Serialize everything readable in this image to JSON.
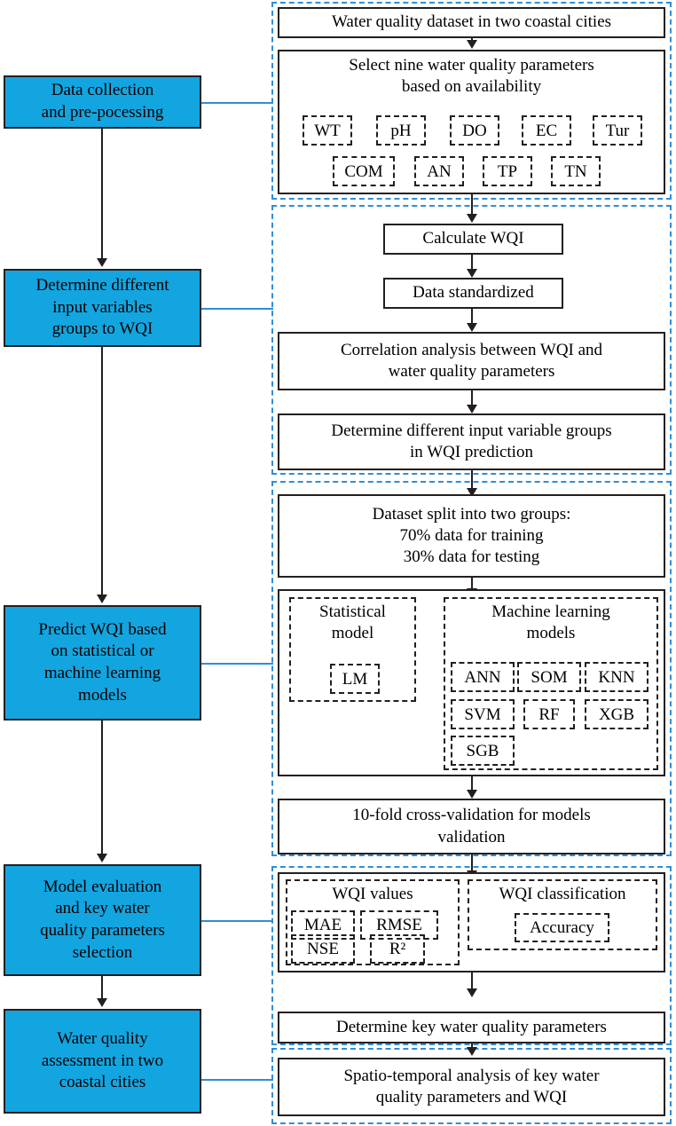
{
  "colors": {
    "stage_fill": "#13A5E0",
    "group_border": "#2f8ed6",
    "box_border": "#231f20"
  },
  "stages": [
    {
      "id": "data-collection",
      "label": "Data collection\nand pre-pocessing"
    },
    {
      "id": "input-variables",
      "label": "Determine different\ninput variables\ngroups to WQI"
    },
    {
      "id": "predict-wqi",
      "label": "Predict WQI based\non statistical or\nmachine learning\nmodels"
    },
    {
      "id": "model-evaluation",
      "label": "Model evaluation\nand key water\nquality parameters\nselection"
    },
    {
      "id": "assessment",
      "label": "Water quality\nassessment in two\ncoastal cities"
    }
  ],
  "stage_lines": {
    "s1": [
      "Data collection",
      "and pre-pocessing"
    ],
    "s2": [
      "Determine different",
      "input variables",
      "groups to WQI"
    ],
    "s3": [
      "Predict WQI based",
      "on statistical or",
      "machine learning",
      "models"
    ],
    "s4": [
      "Model evaluation",
      "and key water",
      "quality parameters",
      "selection"
    ],
    "s5": [
      "Water quality",
      "assessment in two",
      "coastal cities"
    ]
  },
  "group1": {
    "dataset_box": "Water quality dataset in two coastal cities",
    "select_box_lines": [
      "Select nine water quality parameters",
      "based on availability"
    ],
    "parameters_row1": [
      "WT",
      "pH",
      "DO",
      "EC",
      "Tur"
    ],
    "parameters_row2": [
      "COM",
      "AN",
      "TP",
      "TN"
    ]
  },
  "group2": {
    "calculate_wqi": "Calculate WQI",
    "data_standardized": "Data standardized",
    "correlation_lines": [
      "Correlation analysis between WQI and",
      "water quality parameters"
    ],
    "determine_lines": [
      "Determine different input variable groups",
      "in WQI prediction"
    ]
  },
  "group3": {
    "split_lines": [
      "Dataset split into two groups:",
      "70% data for training",
      "30% data for testing"
    ],
    "statistical_title_lines": [
      "Statistical",
      "model"
    ],
    "statistical_models": [
      "LM"
    ],
    "ml_title_lines": [
      "Machine learning",
      "models"
    ],
    "ml_models_row1": [
      "ANN",
      "SOM",
      "KNN"
    ],
    "ml_models_row2": [
      "SVM",
      "RF",
      "XGB"
    ],
    "ml_models_row3": [
      "SGB"
    ],
    "cross_validation_lines": [
      "10-fold cross-validation for models",
      "validation"
    ]
  },
  "group4": {
    "wqi_values_title": "WQI values",
    "wqi_values_metrics": [
      "MAE",
      "RMSE",
      "NSE",
      "R²"
    ],
    "wqi_classification_title": "WQI classification",
    "wqi_classification_metrics": [
      "Accuracy"
    ],
    "determine_key": "Determine key water quality parameters"
  },
  "group5": {
    "spatio_lines": [
      "Spatio-temporal analysis of key water",
      "quality parameters and WQI"
    ]
  }
}
